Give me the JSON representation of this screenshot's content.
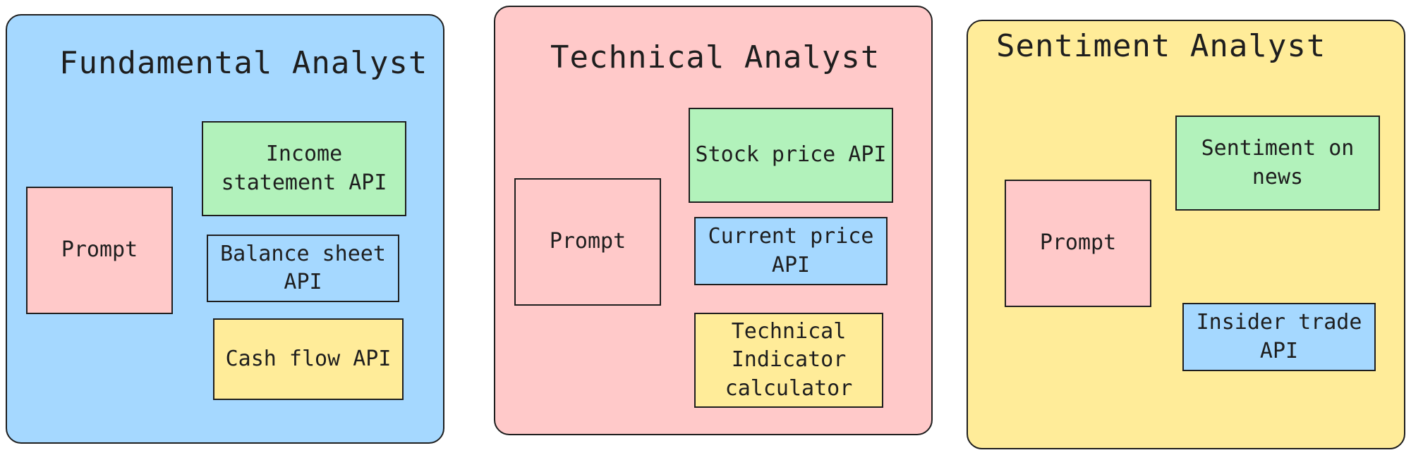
{
  "panels": [
    {
      "title": "Fundamental Analyst",
      "color": "#a5d8ff",
      "prompt": "Prompt",
      "boxes": [
        {
          "lines": [
            "Income",
            "statement API"
          ],
          "color": "#b2f2bb"
        },
        {
          "lines": [
            "Balance sheet",
            "API"
          ],
          "color": "#a5d8ff"
        },
        {
          "lines": [
            "Cash flow API"
          ],
          "color": "#ffec99"
        }
      ]
    },
    {
      "title": "Technical Analyst",
      "color": "#ffc9c9",
      "prompt": "Prompt",
      "boxes": [
        {
          "lines": [
            "Stock price API"
          ],
          "color": "#b2f2bb"
        },
        {
          "lines": [
            "Current price",
            "API"
          ],
          "color": "#a5d8ff"
        },
        {
          "lines": [
            "Technical",
            "Indicator",
            "calculator"
          ],
          "color": "#ffec99"
        }
      ]
    },
    {
      "title": "Sentiment Analyst",
      "color": "#ffec99",
      "prompt": "Prompt",
      "boxes": [
        {
          "lines": [
            "Sentiment on",
            "news"
          ],
          "color": "#b2f2bb"
        },
        {
          "lines": [
            "Insider trade",
            "API"
          ],
          "color": "#a5d8ff"
        }
      ]
    }
  ]
}
